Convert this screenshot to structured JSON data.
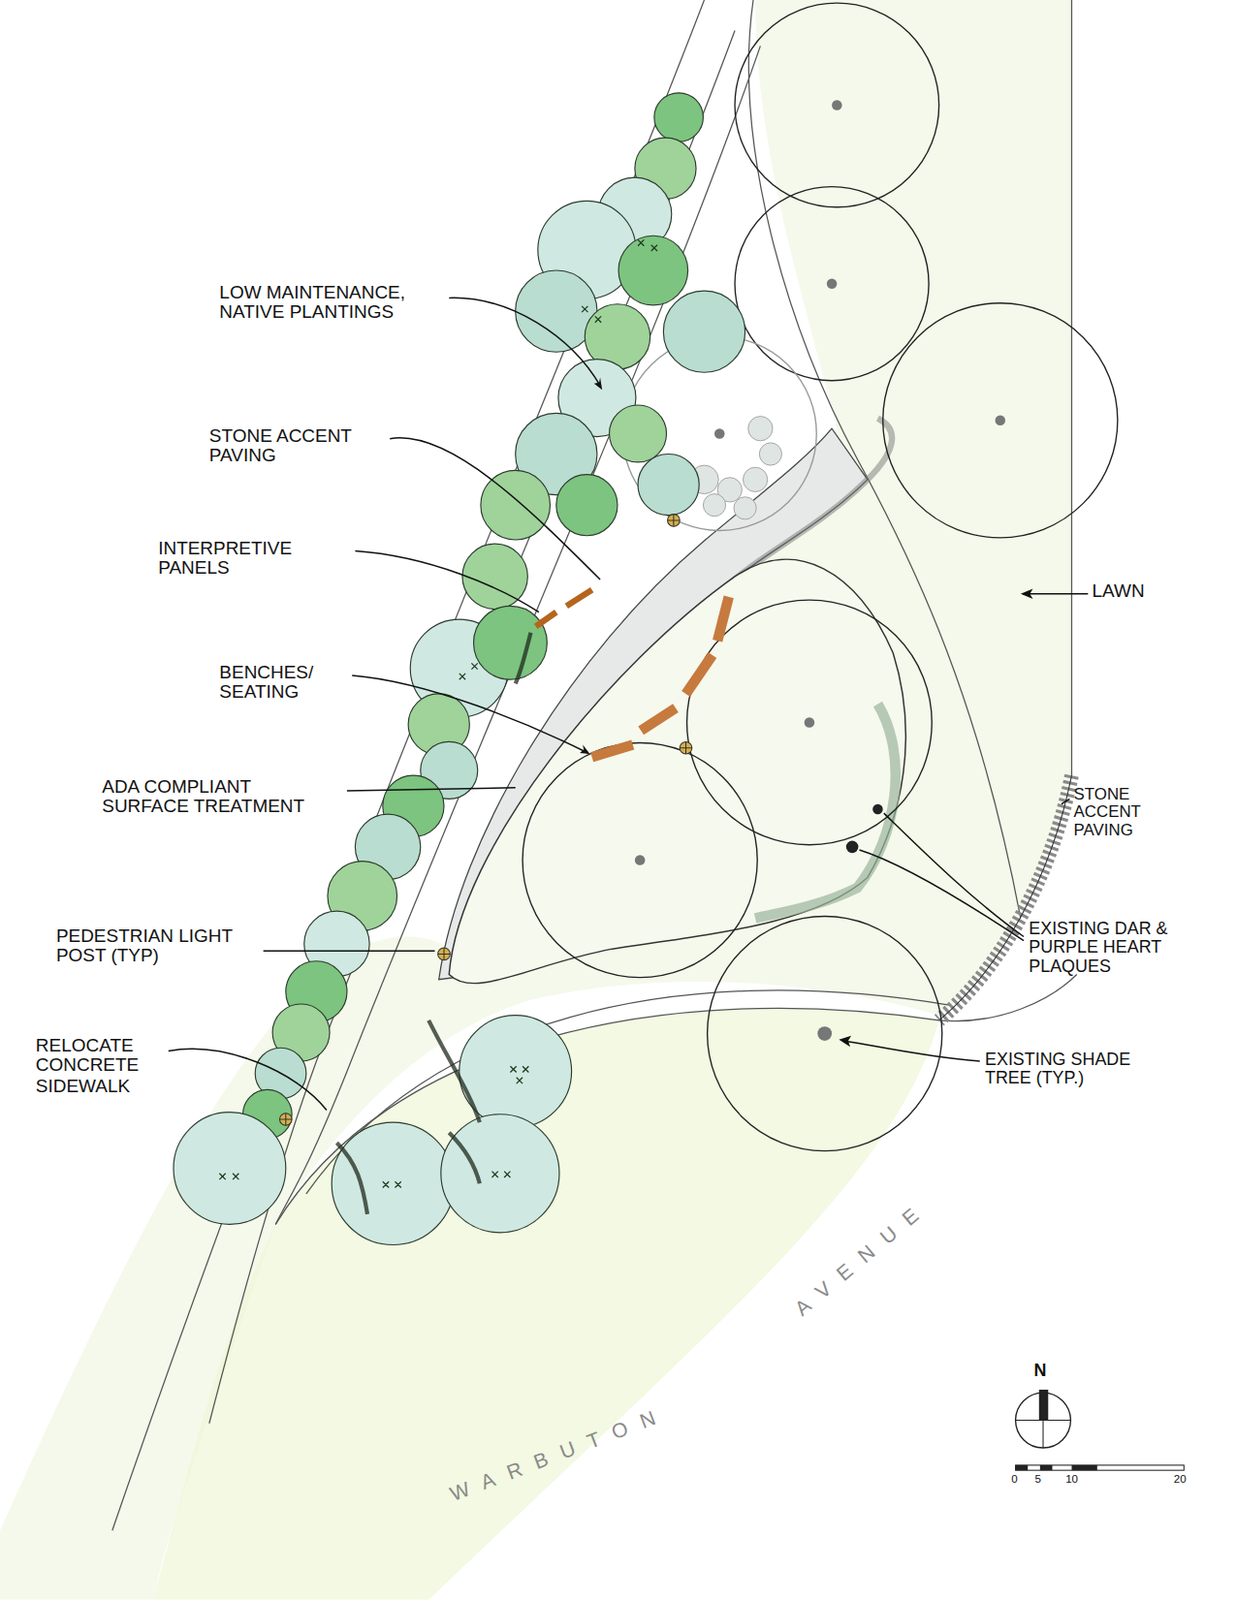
{
  "diagram": {
    "labels": [
      "LOW MAINTENANCE, NATIVE PLANTINGS",
      "STONE ACCENT PAVING",
      "INTERPRETIVE PANELS",
      "BENCHES/ SEATING",
      "ADA COMPLIANT SURFACE TREATMENT",
      "PEDESTRIAN LIGHT POST (TYP)",
      "RELOCATE CONCRETE SIDEWALK",
      "LAWN",
      "STONE ACCENT PAVING",
      "EXISTING DAR & PURPLE HEART PLAQUES",
      "EXISTING SHADE TREE (TYP.)",
      "WARBUTON",
      "AVENUE",
      "N",
      "0",
      "5",
      "10",
      "20"
    ]
  }
}
